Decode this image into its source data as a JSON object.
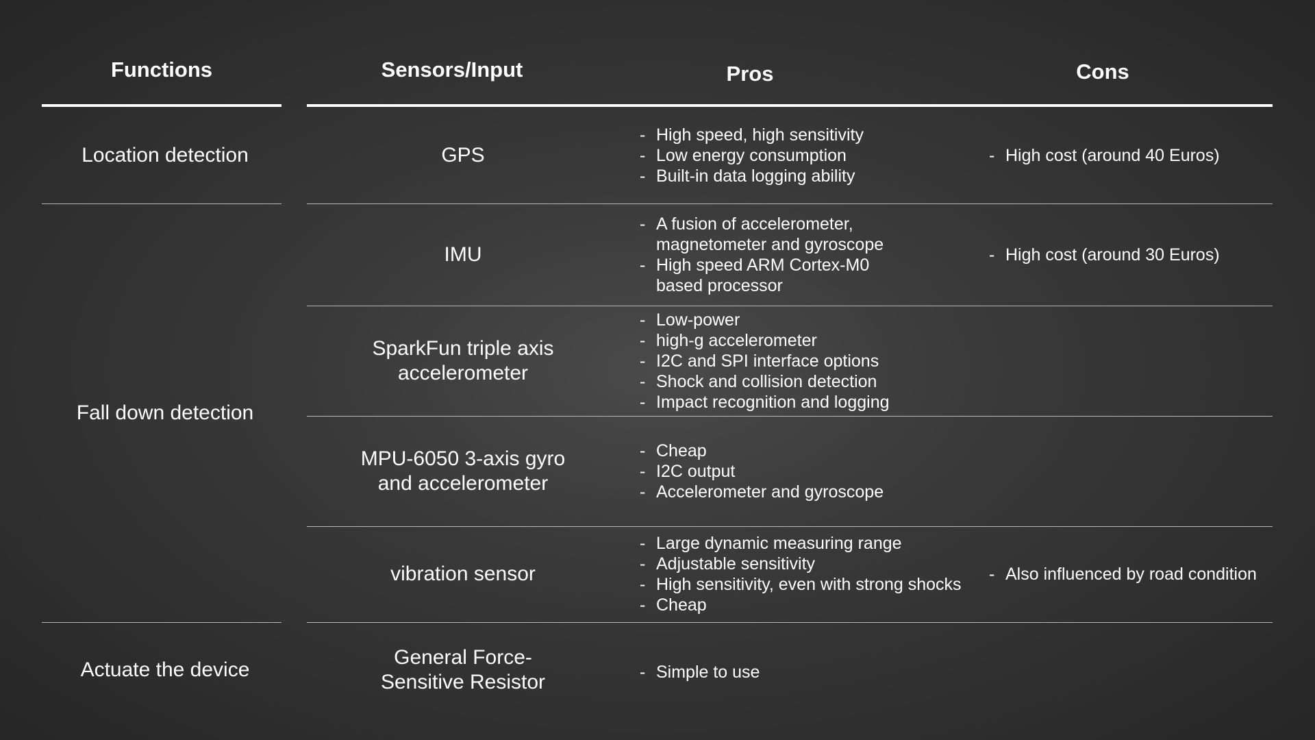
{
  "headers": {
    "functions": "Functions",
    "sensors": "Sensors/Input",
    "pros": "Pros",
    "cons": "Cons"
  },
  "bullet": "-",
  "functions": {
    "location": "Location detection",
    "fall": "Fall down detection",
    "actuate": "Actuate the device"
  },
  "rows": [
    {
      "sensor": [
        "GPS"
      ],
      "pros": [
        "High speed, high sensitivity",
        "Low energy consumption",
        "Built-in data logging ability"
      ],
      "cons": [
        "High cost (around 40 Euros)"
      ]
    },
    {
      "sensor": [
        "IMU"
      ],
      "pros": [
        "A fusion of accelerometer, magnetometer and gyroscope",
        "High speed ARM Cortex-M0 based processor"
      ],
      "cons": [
        "High cost (around 30 Euros)"
      ]
    },
    {
      "sensor": [
        "SparkFun triple axis",
        "accelerometer"
      ],
      "pros": [
        "Low-power",
        "high-g accelerometer",
        "I2C and SPI interface options",
        "Shock and collision detection",
        "Impact recognition and logging"
      ],
      "cons": []
    },
    {
      "sensor": [
        "MPU-6050 3-axis gyro",
        "and accelerometer"
      ],
      "pros": [
        "Cheap",
        "I2C output",
        "Accelerometer and gyroscope"
      ],
      "cons": []
    },
    {
      "sensor": [
        "vibration sensor"
      ],
      "pros": [
        "Large dynamic measuring range",
        "Adjustable sensitivity",
        "High sensitivity, even with strong shocks",
        "Cheap"
      ],
      "cons": [
        "Also influenced by road condition"
      ]
    },
    {
      "sensor": [
        "General Force-",
        "Sensitive Resistor"
      ],
      "pros": [
        "Simple to use"
      ],
      "cons": []
    }
  ]
}
